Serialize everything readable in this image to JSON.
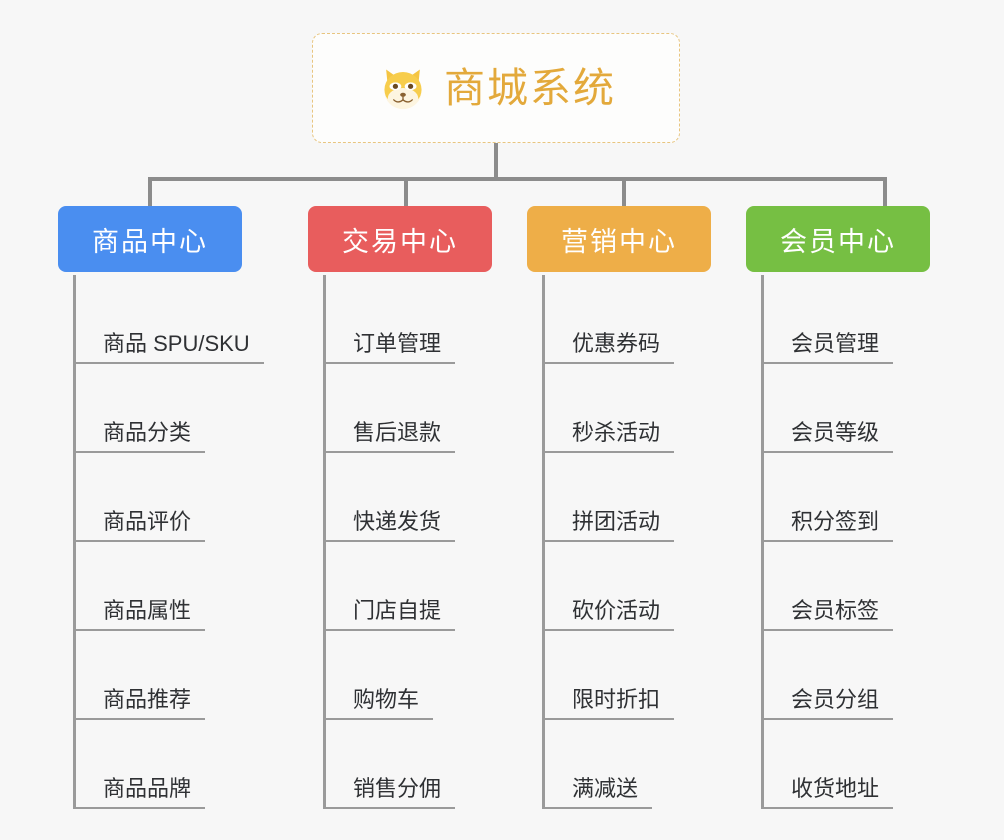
{
  "root": {
    "title": "商城系统",
    "icon": "shiba-dog-face-emoji",
    "title_color": "#e3a93b",
    "border_color": "#e8c57f"
  },
  "connector_color": "#8c8c8c",
  "branches": [
    {
      "name": "商品中心",
      "color": "#4a8ef0",
      "items": [
        "商品 SPU/SKU",
        "商品分类",
        "商品评价",
        "商品属性",
        "商品推荐",
        "商品品牌"
      ]
    },
    {
      "name": "交易中心",
      "color": "#e85d5d",
      "items": [
        "订单管理",
        "售后退款",
        "快递发货",
        "门店自提",
        "购物车",
        "销售分佣"
      ]
    },
    {
      "name": "营销中心",
      "color": "#eeae48",
      "items": [
        "优惠券码",
        "秒杀活动",
        "拼团活动",
        "砍价活动",
        "限时折扣",
        "满减送"
      ]
    },
    {
      "name": "会员中心",
      "color": "#76bf43",
      "items": [
        "会员管理",
        "会员等级",
        "积分签到",
        "会员标签",
        "会员分组",
        "收货地址"
      ]
    }
  ]
}
